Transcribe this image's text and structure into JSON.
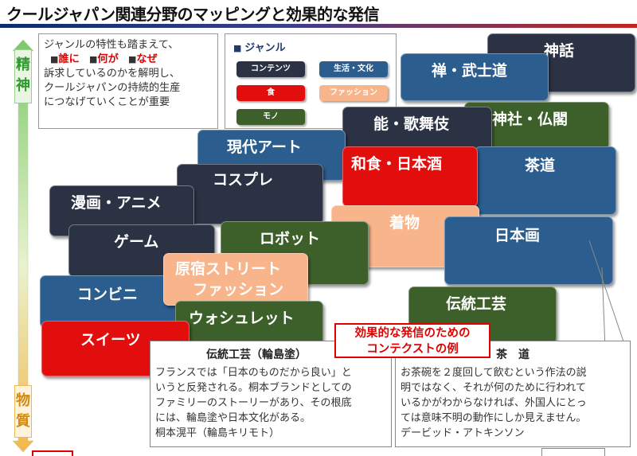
{
  "title": "クールジャパン関連分野のマッピングと効果的な発信",
  "axis": {
    "top": [
      "精",
      "神"
    ],
    "bottom": [
      "物",
      "質"
    ]
  },
  "note": {
    "line1": "ジャンルの特性も踏まえて、",
    "kw1": "誰に",
    "kw2": "何が",
    "kw3": "なぜ",
    "line3": "訴求しているのかを解明し、",
    "line4": "クールジャパンの持続的生産",
    "line5": "につなげていくことが重要"
  },
  "legend": {
    "title": "ジャンル",
    "items": [
      "コンテンツ",
      "生活・文化",
      "食",
      "ファッション",
      "モノ"
    ]
  },
  "items": {
    "shinwa": "神話",
    "zen_bushido": "禅・武士道",
    "noh_kabuki": "能・歌舞伎",
    "jinja_bukkaku": "神社・仏閣",
    "washoku_nihonshu": "和食・日本酒",
    "sado": "茶道",
    "gendai_art": "現代アート",
    "cosplay": "コスプレ",
    "manga_anime": "漫画・アニメ",
    "kimono": "着物",
    "nihonga": "日本画",
    "robot": "ロボット",
    "game": "ゲーム",
    "harajuku1": "原宿ストリート",
    "harajuku2": "ファッション",
    "convenience": "コンビニ",
    "dento_kogei": "伝統工芸",
    "washlet": "ウォシュレット",
    "sweets": "スイーツ"
  },
  "badge": {
    "line1": "効果的な発信のための",
    "line2": "コンテクストの例"
  },
  "callout_left": {
    "title": "伝統工芸（輪島塗）",
    "lines": [
      "フランスでは「日本のものだから良い」と",
      "いうと反発される。桐本ブランドとしての",
      "ファミリーのストーリーがあり、その根底",
      "には、輪島塗や日本文化がある。",
      "桐本滉平（輪島キリモト）"
    ]
  },
  "callout_right": {
    "title": "茶　道",
    "lines": [
      "お茶碗を２度回して飲むという作法の説",
      "明ではなく、それが何のために行われて",
      "いるかがわからなければ、外国人にとっ",
      "ては意味不明の動作にしか見えません。",
      "デービッド・アトキンソン"
    ]
  },
  "colors": {
    "contents": "#2b3243",
    "lifestyle": "#2c5d8f",
    "food": "#e20e0e",
    "fashion": "#f8b58b",
    "mono": "#3d5f2a",
    "accent_red": "#e00000"
  }
}
